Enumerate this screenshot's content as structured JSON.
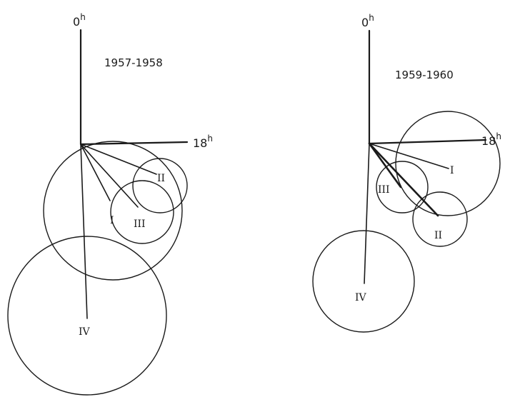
{
  "panels": [
    {
      "id": "left",
      "period": "1957-1958",
      "axis_top": {
        "main": "0",
        "sup": "h"
      },
      "axis_right": {
        "main": "18",
        "sup": "h"
      },
      "vectors": [
        {
          "label": "I"
        },
        {
          "label": "II"
        },
        {
          "label": "III"
        },
        {
          "label": "IV"
        }
      ]
    },
    {
      "id": "right",
      "period": "1959-1960",
      "axis_top": {
        "main": "0",
        "sup": "h"
      },
      "axis_right": {
        "main": "18",
        "sup": "h"
      },
      "vectors": [
        {
          "label": "I"
        },
        {
          "label": "II"
        },
        {
          "label": "III"
        },
        {
          "label": "IV"
        }
      ]
    }
  ],
  "colors": {
    "ink": "#1a1a1a",
    "background": "#ffffff"
  }
}
